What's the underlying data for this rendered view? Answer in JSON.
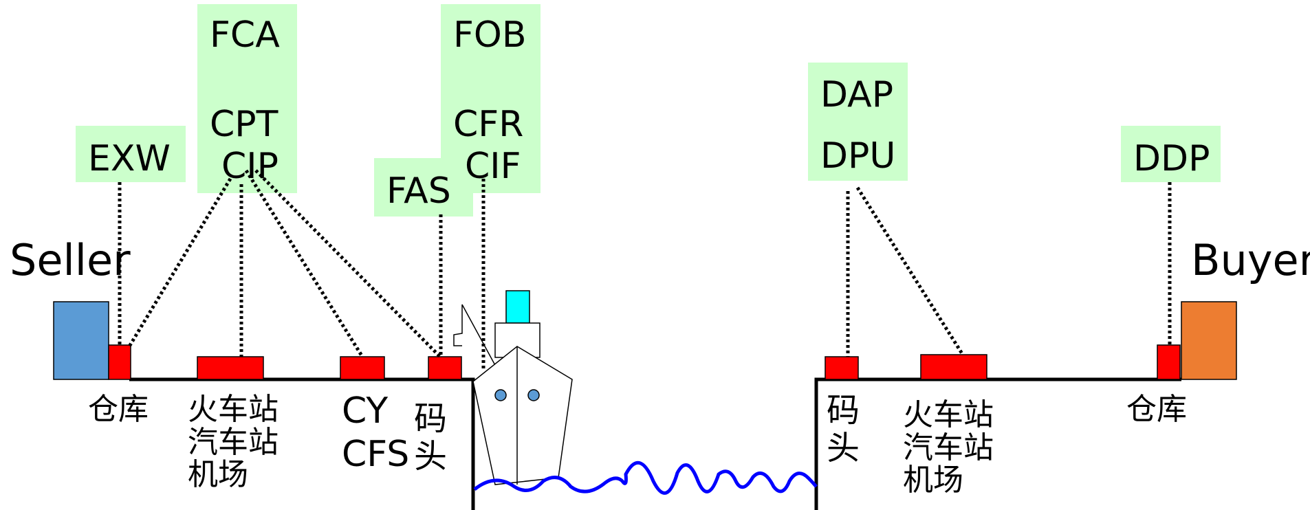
{
  "terms": {
    "exw": "EXW",
    "fca": "FCA",
    "cpt": "CPT",
    "cip": "CIP",
    "fob": "FOB",
    "cfr": "CFR",
    "cif": "CIF",
    "fas": "FAS",
    "dap": "DAP",
    "dpu": "DPU",
    "ddp": "DDP"
  },
  "parties": {
    "seller": "Seller",
    "buyer": "Buyer"
  },
  "locations": {
    "seller_warehouse": "仓库",
    "seller_stations": "火车站\n汽车站\n机场",
    "cy": "CY",
    "cfs": "CFS",
    "seller_wharf": "码\n头",
    "buyer_wharf": "码\n头",
    "buyer_stations": "火车站\n汽车站\n机场",
    "buyer_warehouse": "仓库"
  },
  "colors": {
    "term_box": "#ccffcc",
    "seller_house": "#5b9bd5",
    "buyer_house": "#ed7d31",
    "delivery_point": "#ff0000",
    "sea": "#0000ff",
    "funnel": "#00ffff"
  }
}
